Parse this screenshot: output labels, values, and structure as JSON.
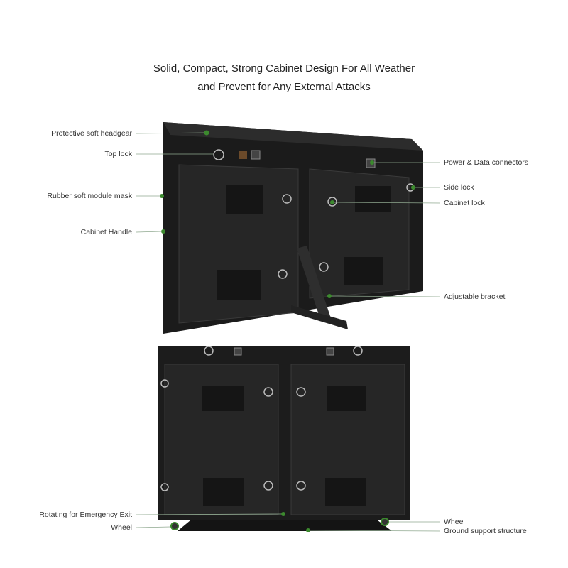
{
  "heading": {
    "line1": "Solid, Compact, Strong Cabinet Design For All Weather",
    "line2": "and Prevent for Any External Attacks"
  },
  "callouts_left": [
    "Protective soft headgear",
    "Top lock",
    "Rubber soft module mask",
    "Cabinet Handle",
    "Rotating for Emergency Exit",
    "Wheel"
  ],
  "callouts_right": [
    "Power & Data connectors",
    "Side lock",
    "Cabinet lock",
    "Adjustable bracket",
    "Wheel",
    "Ground support structure"
  ],
  "colors": {
    "cabinet": "#1f1f1f",
    "panel": "#2a2a2a",
    "leader_line": "#7a9a7a",
    "marker": "#3c8a2e"
  }
}
